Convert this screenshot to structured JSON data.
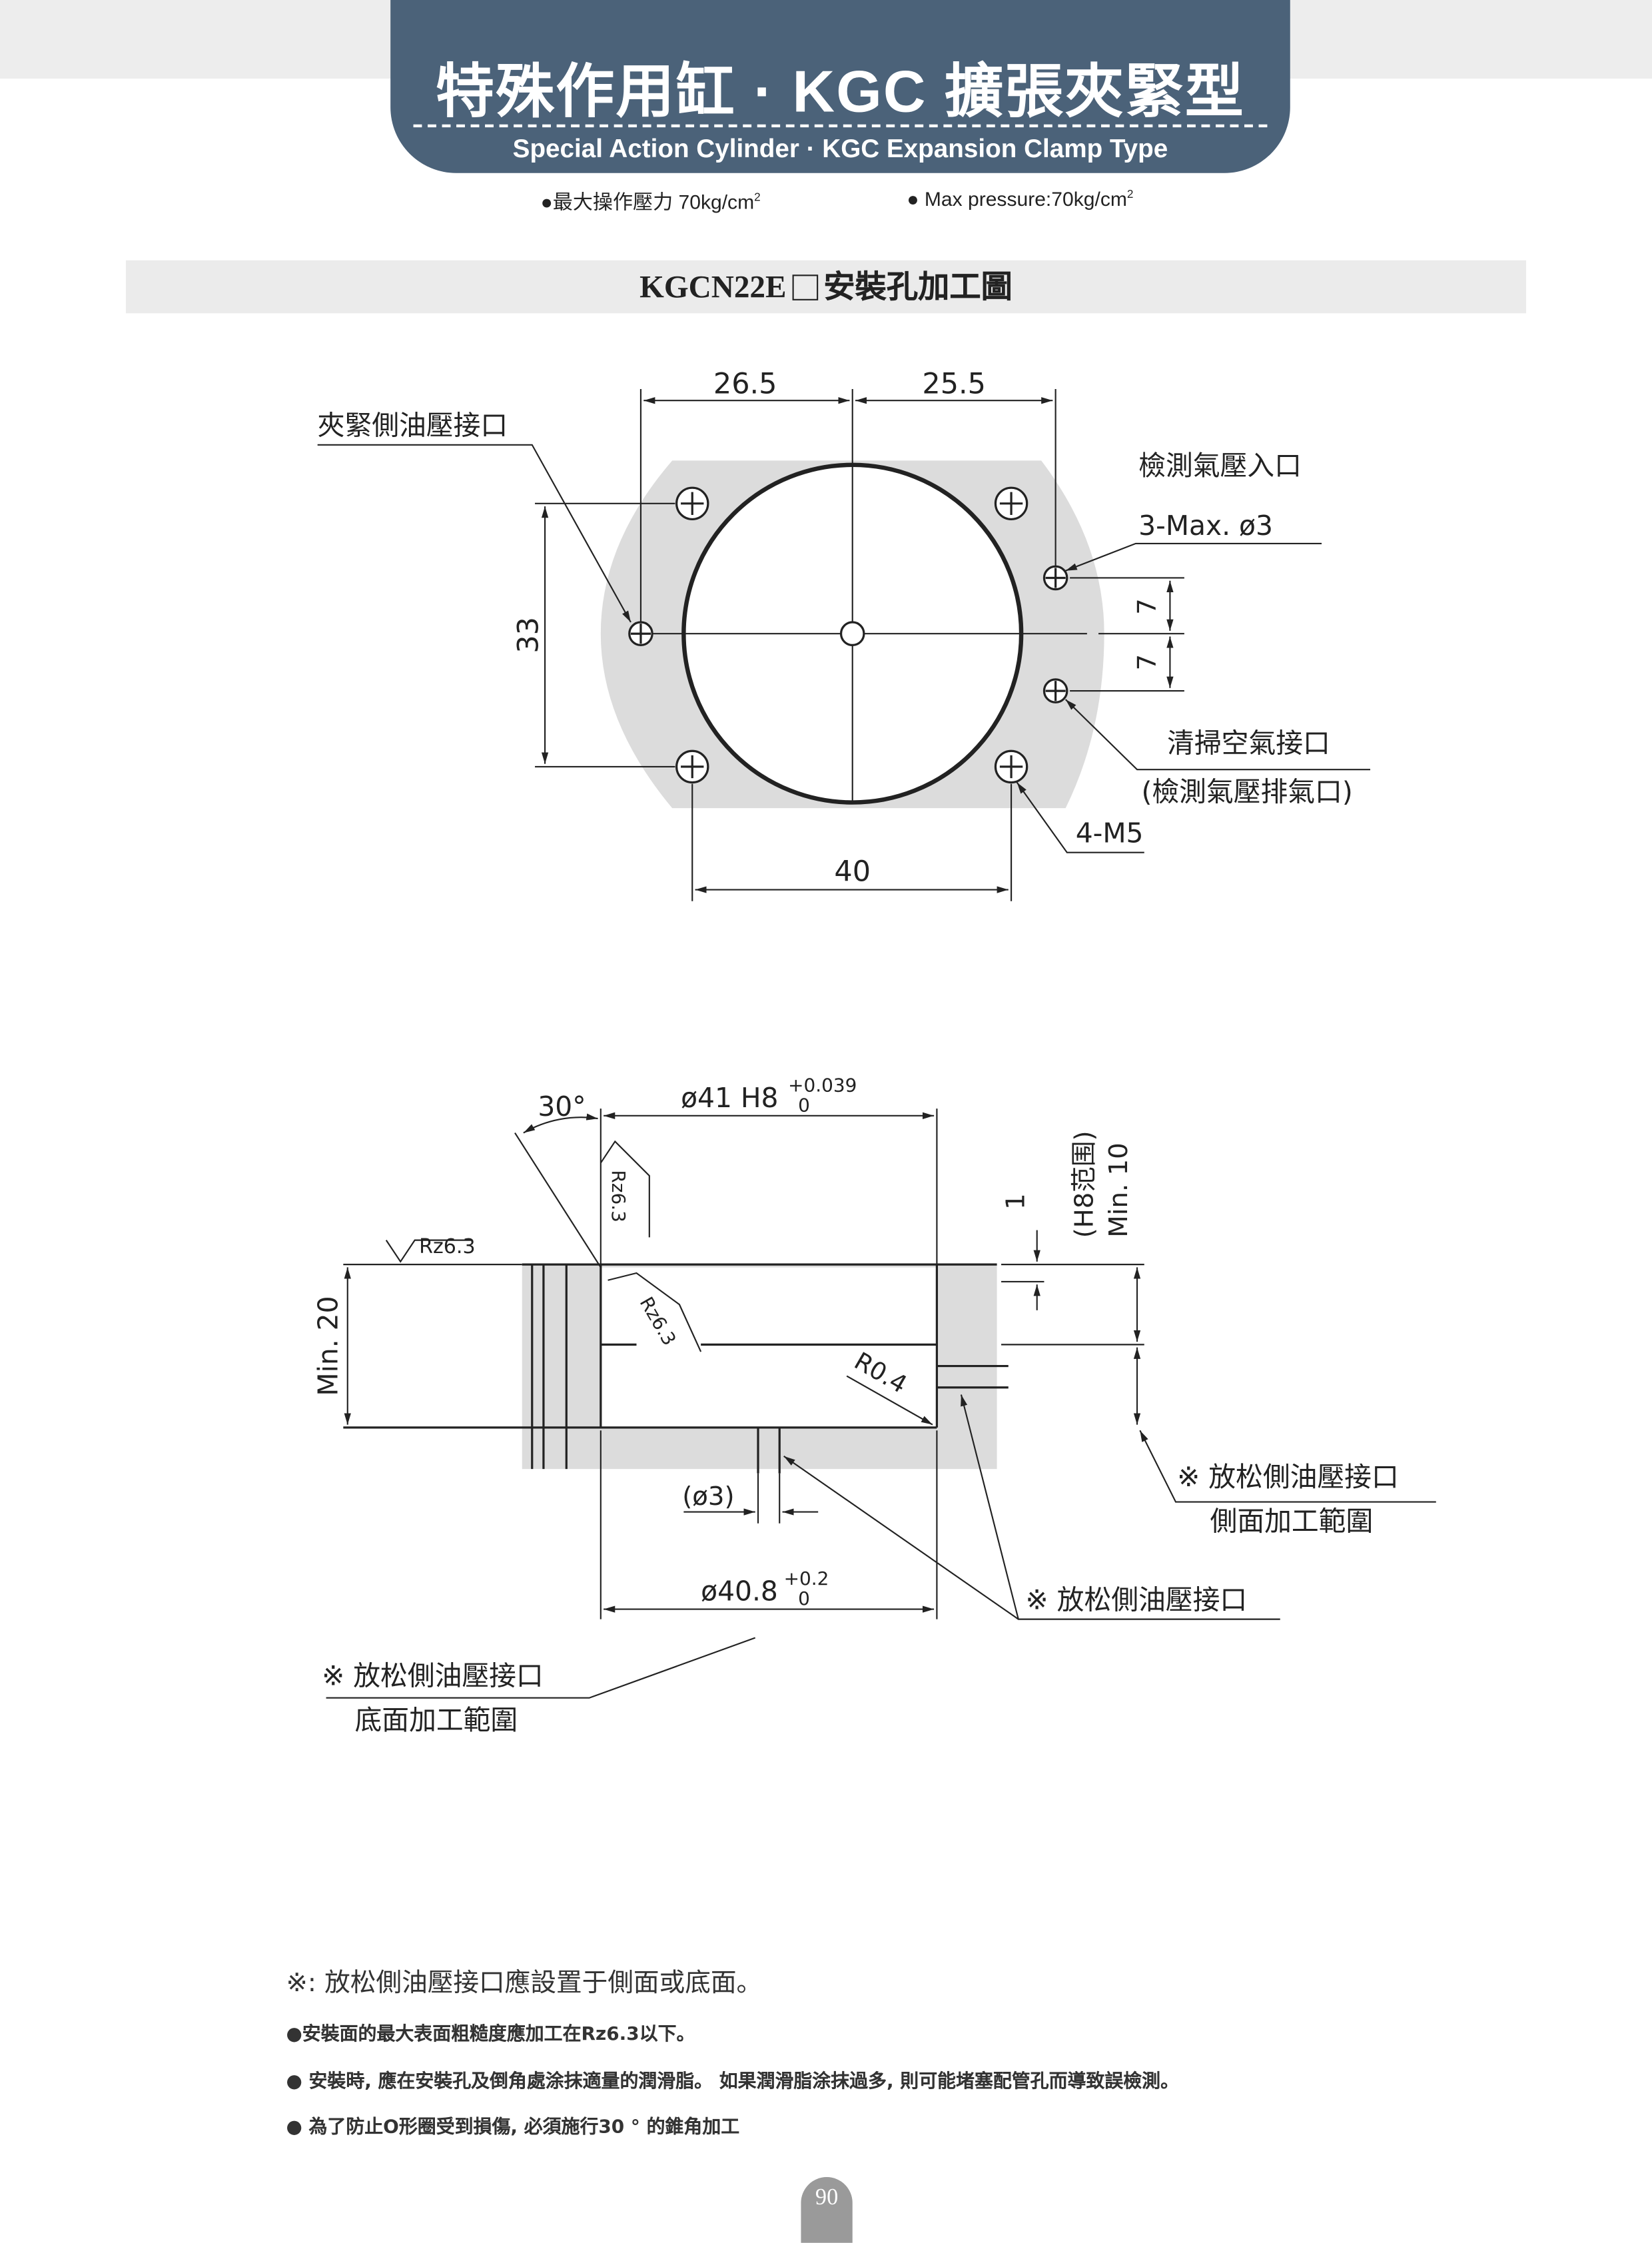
{
  "header": {
    "title": "特殊作用缸 · KGC 擴張夾緊型",
    "subtitle": "Special Action Cylinder  ·  KGC Expansion Clamp Type"
  },
  "specs": [
    {
      "text": "●最大操作壓力 70kg/cm",
      "sup": "2"
    },
    {
      "text": "● Max pressure:70kg/cm",
      "sup": "2"
    }
  ],
  "section": {
    "model": "KGCN22E",
    "title": "安裝孔加工圖"
  },
  "top_drawing": {
    "dims": {
      "left_width": "26.5",
      "right_width": "25.5",
      "height": "33",
      "bottom_width": "40",
      "offset_upper": "7",
      "offset_lower": "7"
    },
    "labels": {
      "clamp_port": "夾緊側油壓接口",
      "detect_inlet": "檢測氣壓入口",
      "detect_hole": "3-Max. ø3",
      "purge_port": "清掃空氣接口",
      "purge_note": "(檢測氣壓排氣口)",
      "screw": "4-M5"
    }
  },
  "bottom_drawing": {
    "angle": "30°",
    "bore": "ø41 H8",
    "bore_tol_upper": "+0.039",
    "bore_tol_lower": "0",
    "roughness": "Rz6.3",
    "depth_step": "1",
    "h8_range": "(H8范围)",
    "min10": "Min. 10",
    "min20": "Min. 20",
    "radius": "R0.4",
    "small_hole": "(ø3)",
    "bottom_bore": "ø40.8",
    "bottom_tol_upper": "+0.2",
    "bottom_tol_lower": "0",
    "side_label_1": "※ 放松側油壓接口",
    "side_label_2": "側面加工範圍",
    "mid_label": "※ 放松側油壓接口",
    "bottom_label_1": "※ 放松側油壓接口",
    "bottom_label_2": "底面加工範圍"
  },
  "notes": {
    "main": "※: 放松側油壓接口應設置于側面或底面。",
    "bullets": [
      "●安裝面的最大表面粗糙度應加工在Rz6.3以下。",
      "● 安裝時, 應在安裝孔及倒角處涂抹適量的潤滑脂。 如果潤滑脂涂抹過多, 則可能堵塞配管孔而導致誤檢測。",
      "● 為了防止O形圈受到損傷, 必須施行30 ° 的錐角加工"
    ]
  },
  "page_number": "90",
  "colors": {
    "banner": "#4b6279",
    "section_bar": "#ebebeb",
    "drawing_fill": "#dcdcdc"
  }
}
